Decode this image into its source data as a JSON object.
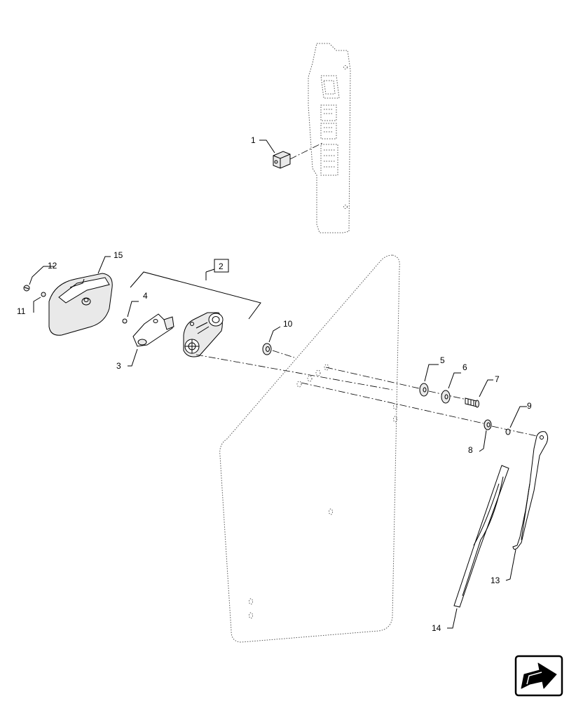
{
  "callouts": {
    "c1": "1",
    "c2": "2",
    "c3": "3",
    "c4": "4",
    "c5": "5",
    "c6": "6",
    "c7": "7",
    "c8": "8",
    "c9": "9",
    "c10": "10",
    "c11": "11",
    "c12": "12",
    "c13": "13",
    "c14": "14",
    "c15": "15"
  },
  "icons": {
    "navigation": "next-page-arrow-icon"
  }
}
